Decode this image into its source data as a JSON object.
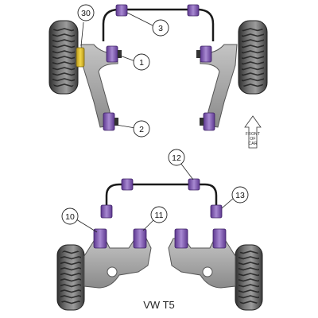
{
  "caption": "VW T5",
  "front_arrow": {
    "lines": [
      "FRONT",
      "OF",
      "CAR"
    ]
  },
  "callouts": {
    "c30": "30",
    "c3": "3",
    "c1": "1",
    "c2": "2",
    "c12": "12",
    "c13": "13",
    "c10": "10",
    "c11": "11"
  },
  "colors": {
    "bush_purple": "#7a50a8",
    "bush_light": "#a98dd0",
    "bush_yellow": "#e0c02a",
    "arm_grey": "#9a9a9a",
    "tyre_dark": "#3c3c3c",
    "tyre_light": "#8e8e8e"
  }
}
